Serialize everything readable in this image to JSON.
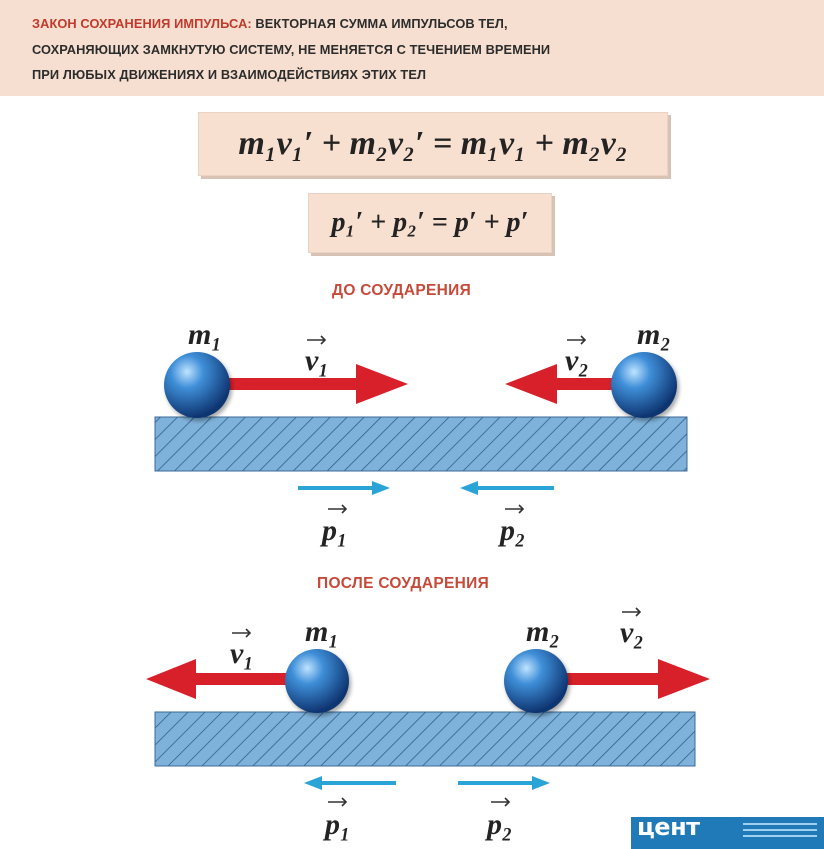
{
  "header": {
    "highlight": "ЗАКОН СОХРАНЕНИЯ ИМПУЛЬСА:",
    "line1_rest": " ВЕКТОРНАЯ СУММА ИМПУЛЬСОВ ТЕЛ,",
    "line2": "СОХРАНЯЮЩИХ ЗАМКНУТУЮ СИСТЕМУ, НЕ МЕНЯЕТСЯ С ТЕЧЕНИЕМ ВРЕМЕНИ",
    "line3": "ПРИ ЛЮБЫХ ДВИЖЕНИЯХ И ВЗАИМОДЕЙСТВИЯХ ЭТИХ ТЕЛ"
  },
  "formulas": {
    "velocity_equation": "m₁v₁′ + m₂v₂′ = m₁v₁ + m₂v₂",
    "momentum_equation": "p₁′ + p₂′ = p′ + p′"
  },
  "before": {
    "title": "ДО СОУДАРЕНИЯ",
    "ball1_label": "m₁",
    "ball2_label": "m₂",
    "velocity1_label": "v₁",
    "velocity2_label": "v₂",
    "momentum1_label": "p₁",
    "momentum2_label": "p₂"
  },
  "after": {
    "title": "ПОСЛЕ СОУДАРЕНИЯ",
    "ball1_label": "m₁",
    "ball2_label": "m₂",
    "velocity1_label": "v₁",
    "velocity2_label": "v₂",
    "momentum1_label": "p₁",
    "momentum2_label": "p₂"
  },
  "logo": {
    "text": "цент"
  },
  "colors": {
    "header_bg": "#f6dfd0",
    "highlight": "#c0392b",
    "velocity_arrow": "#d8202a",
    "momentum_arrow": "#2aa3d6",
    "surface": "#7fb2db",
    "ball": "#1f5fa8"
  }
}
